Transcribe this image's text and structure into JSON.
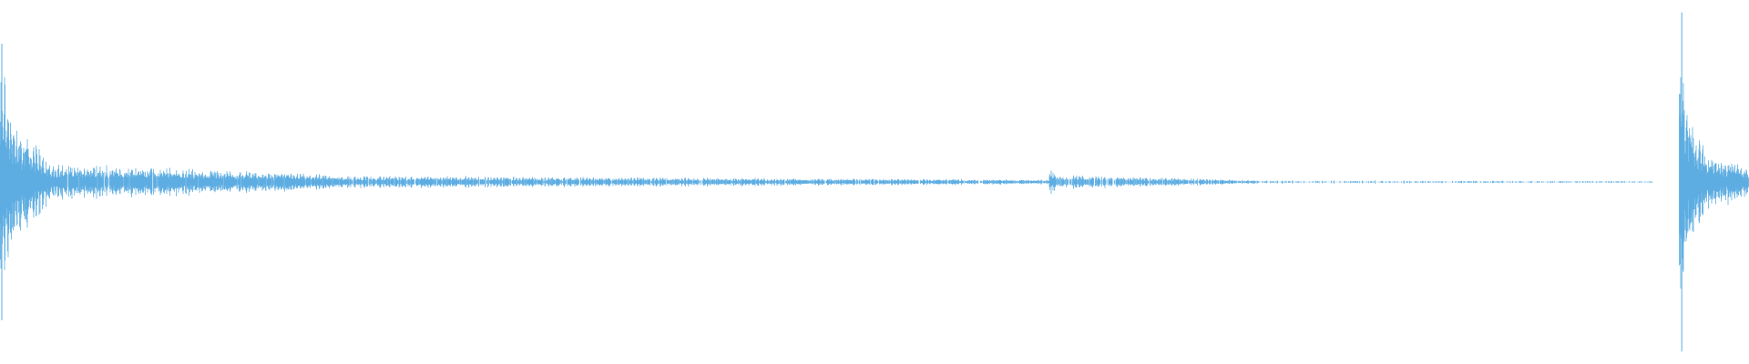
{
  "waveform": {
    "color": "#5dade2",
    "background": "#ffffff",
    "baseline_visible": true,
    "description_of_content": "",
    "segments": [
      {
        "start": 0.0,
        "end": 0.005,
        "amp_start": 0.8,
        "amp_end": 0.62,
        "density": 1.0,
        "spike": 0.8
      },
      {
        "start": 0.005,
        "end": 0.03,
        "amp_start": 0.45,
        "amp_end": 0.12,
        "density": 1.0
      },
      {
        "start": 0.03,
        "end": 0.2,
        "amp_start": 0.12,
        "amp_end": 0.04,
        "density": 0.95
      },
      {
        "start": 0.2,
        "end": 0.6,
        "amp_start": 0.04,
        "amp_end": 0.015,
        "density": 0.85
      },
      {
        "start": 0.6,
        "end": 0.604,
        "amp_start": 0.1,
        "amp_end": 0.06,
        "density": 1.0
      },
      {
        "start": 0.604,
        "end": 0.72,
        "amp_start": 0.045,
        "amp_end": 0.012,
        "density": 0.75
      },
      {
        "start": 0.72,
        "end": 0.945,
        "amp_start": 0.012,
        "amp_end": 0.006,
        "density": 0.25
      },
      {
        "start": 0.96,
        "end": 0.963,
        "amp_start": 0.98,
        "amp_end": 0.7,
        "density": 1.0,
        "spike": 0.98
      },
      {
        "start": 0.963,
        "end": 0.975,
        "amp_start": 0.55,
        "amp_end": 0.25,
        "density": 1.0
      },
      {
        "start": 0.975,
        "end": 1.0,
        "amp_start": 0.18,
        "amp_end": 0.1,
        "density": 1.0
      }
    ]
  }
}
